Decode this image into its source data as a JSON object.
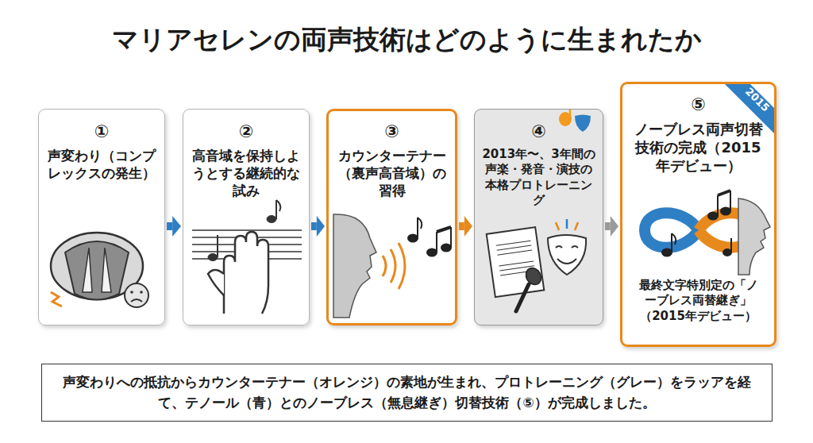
{
  "diagram": {
    "title": "マリアセレンの両声技術はどのように生まれたか",
    "caption": "声変わりへの抵抗からカウンターテナー（オレンジ）の素地が生まれ、プロトレーニング（グレー）をラッアを経て、テノール（青）とのノーブレス（無息継ぎ）切替技術（⑤）が完成しました。",
    "nodes": [
      {
        "text": [
          "①",
          "声変わり（コンプレックスの発生）"
        ]
      },
      {
        "text": [
          "②",
          "高音域を保持しようとする継続的な試み"
        ]
      },
      {
        "text": [
          "③",
          "カウンターテナー（裏声高音域）の習得"
        ]
      },
      {
        "text": [
          "④",
          "2013年〜、3年間の声楽・発音・演技の本格プロトレーニング"
        ]
      },
      {
        "text": [
          "⑤",
          "ノーブレス両声切替技術の完成（2015年デビュー）",
          "最終文字特別定の「ノーブレス両替継ぎ」（2015年デビュー）"
        ]
      }
    ],
    "edges": [
      {
        "from": 0,
        "to": 1,
        "arrow": "to"
      },
      {
        "from": 1,
        "to": 2,
        "arrow": "to"
      },
      {
        "from": 2,
        "to": 3,
        "arrow": "to"
      },
      {
        "from": 3,
        "to": 4,
        "arrow": "to"
      }
    ],
    "labels": [
      "2015"
    ]
  }
}
